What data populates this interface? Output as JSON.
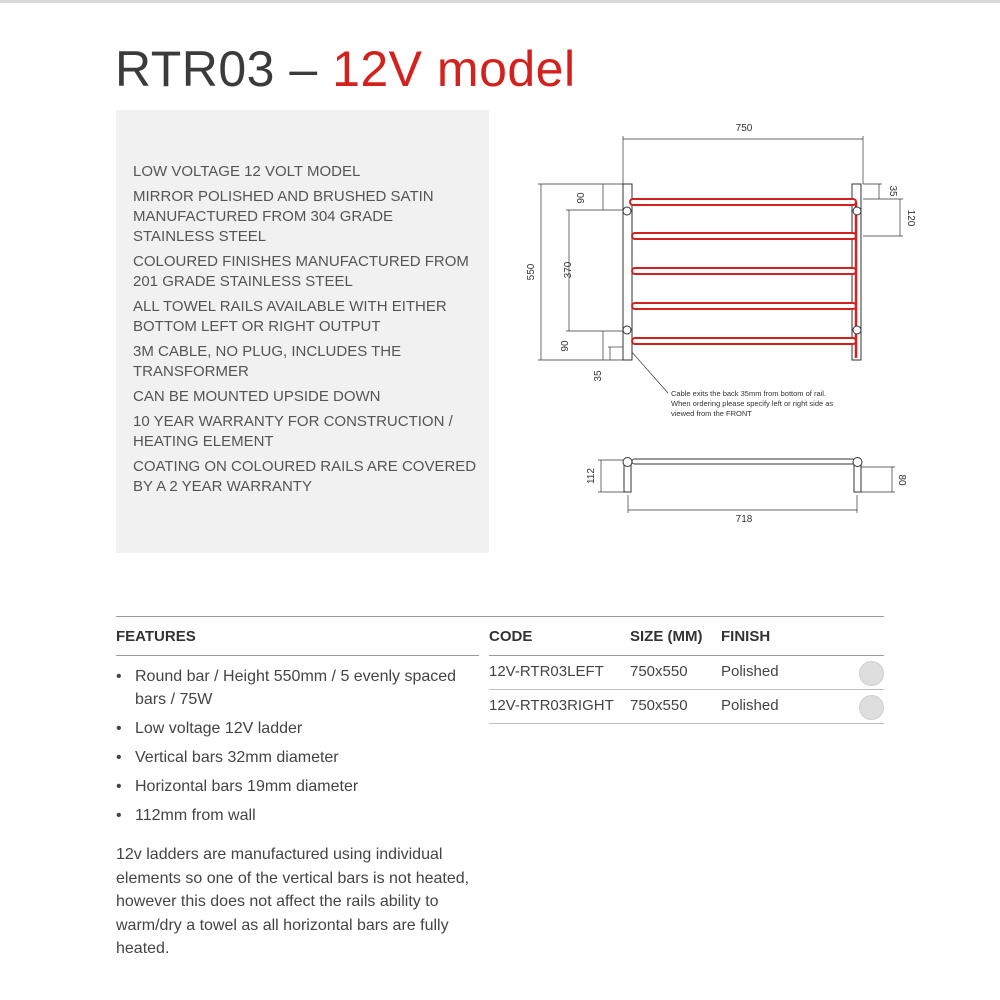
{
  "title": {
    "model": "RTR03 – ",
    "variant": "12V model"
  },
  "specs": [
    "LOW VOLTAGE 12 VOLT MODEL",
    "MIRROR POLISHED AND BRUSHED SATIN MANUFACTURED FROM 304 GRADE STAINLESS STEEL",
    "COLOURED FINISHES MANUFACTURED FROM 201 GRADE STAINLESS STEEL",
    "ALL TOWEL RAILS AVAILABLE WITH EITHER BOTTOM LEFT OR RIGHT OUTPUT",
    "3M CABLE, NO PLUG, INCLUDES THE TRANSFORMER",
    "CAN BE MOUNTED UPSIDE DOWN",
    "10 YEAR WARRANTY FOR CONSTRUCTION / HEATING ELEMENT",
    "COATING ON COLOURED RAILS ARE COVERED BY A 2 YEAR WARRANTY"
  ],
  "drawing": {
    "dim_width": "750",
    "dim_height": "550",
    "dim_inner": "370",
    "dim_top": "90",
    "dim_bottom": "90",
    "dim_cable": "35",
    "dim_right_top": "35",
    "dim_right_spacing": "120",
    "note_line1": "Cable exits the back 35mm from bottom of rail.",
    "note_line2": "When ordering please specify left or right side as",
    "note_line3": "viewed from the FRONT",
    "side_depth": "112",
    "side_bracket": "80",
    "side_width": "718",
    "heated_color": "#d3221d"
  },
  "features": {
    "heading": "FEATURES",
    "items": [
      "Round bar / Height 550mm / 5 evenly spaced bars / 75W",
      "Low voltage 12V ladder",
      "Vertical bars 32mm diameter",
      "Horizontal bars 19mm diameter",
      "112mm from wall"
    ],
    "note": "12v ladders are manufactured using individual elements so one of the vertical bars is not heated, however this does not affect the rails ability to warm/dry a towel as all horizontal bars are fully heated."
  },
  "table": {
    "headers": {
      "code": "CODE",
      "size": "SIZE (MM)",
      "finish": "FINISH"
    },
    "rows": [
      {
        "code": "12V-RTR03LEFT",
        "size": "750x550",
        "finish": "Polished",
        "swatch": "#dedede"
      },
      {
        "code": "12V-RTR03RIGHT",
        "size": "750x550",
        "finish": "Polished",
        "swatch": "#dedede"
      }
    ]
  }
}
